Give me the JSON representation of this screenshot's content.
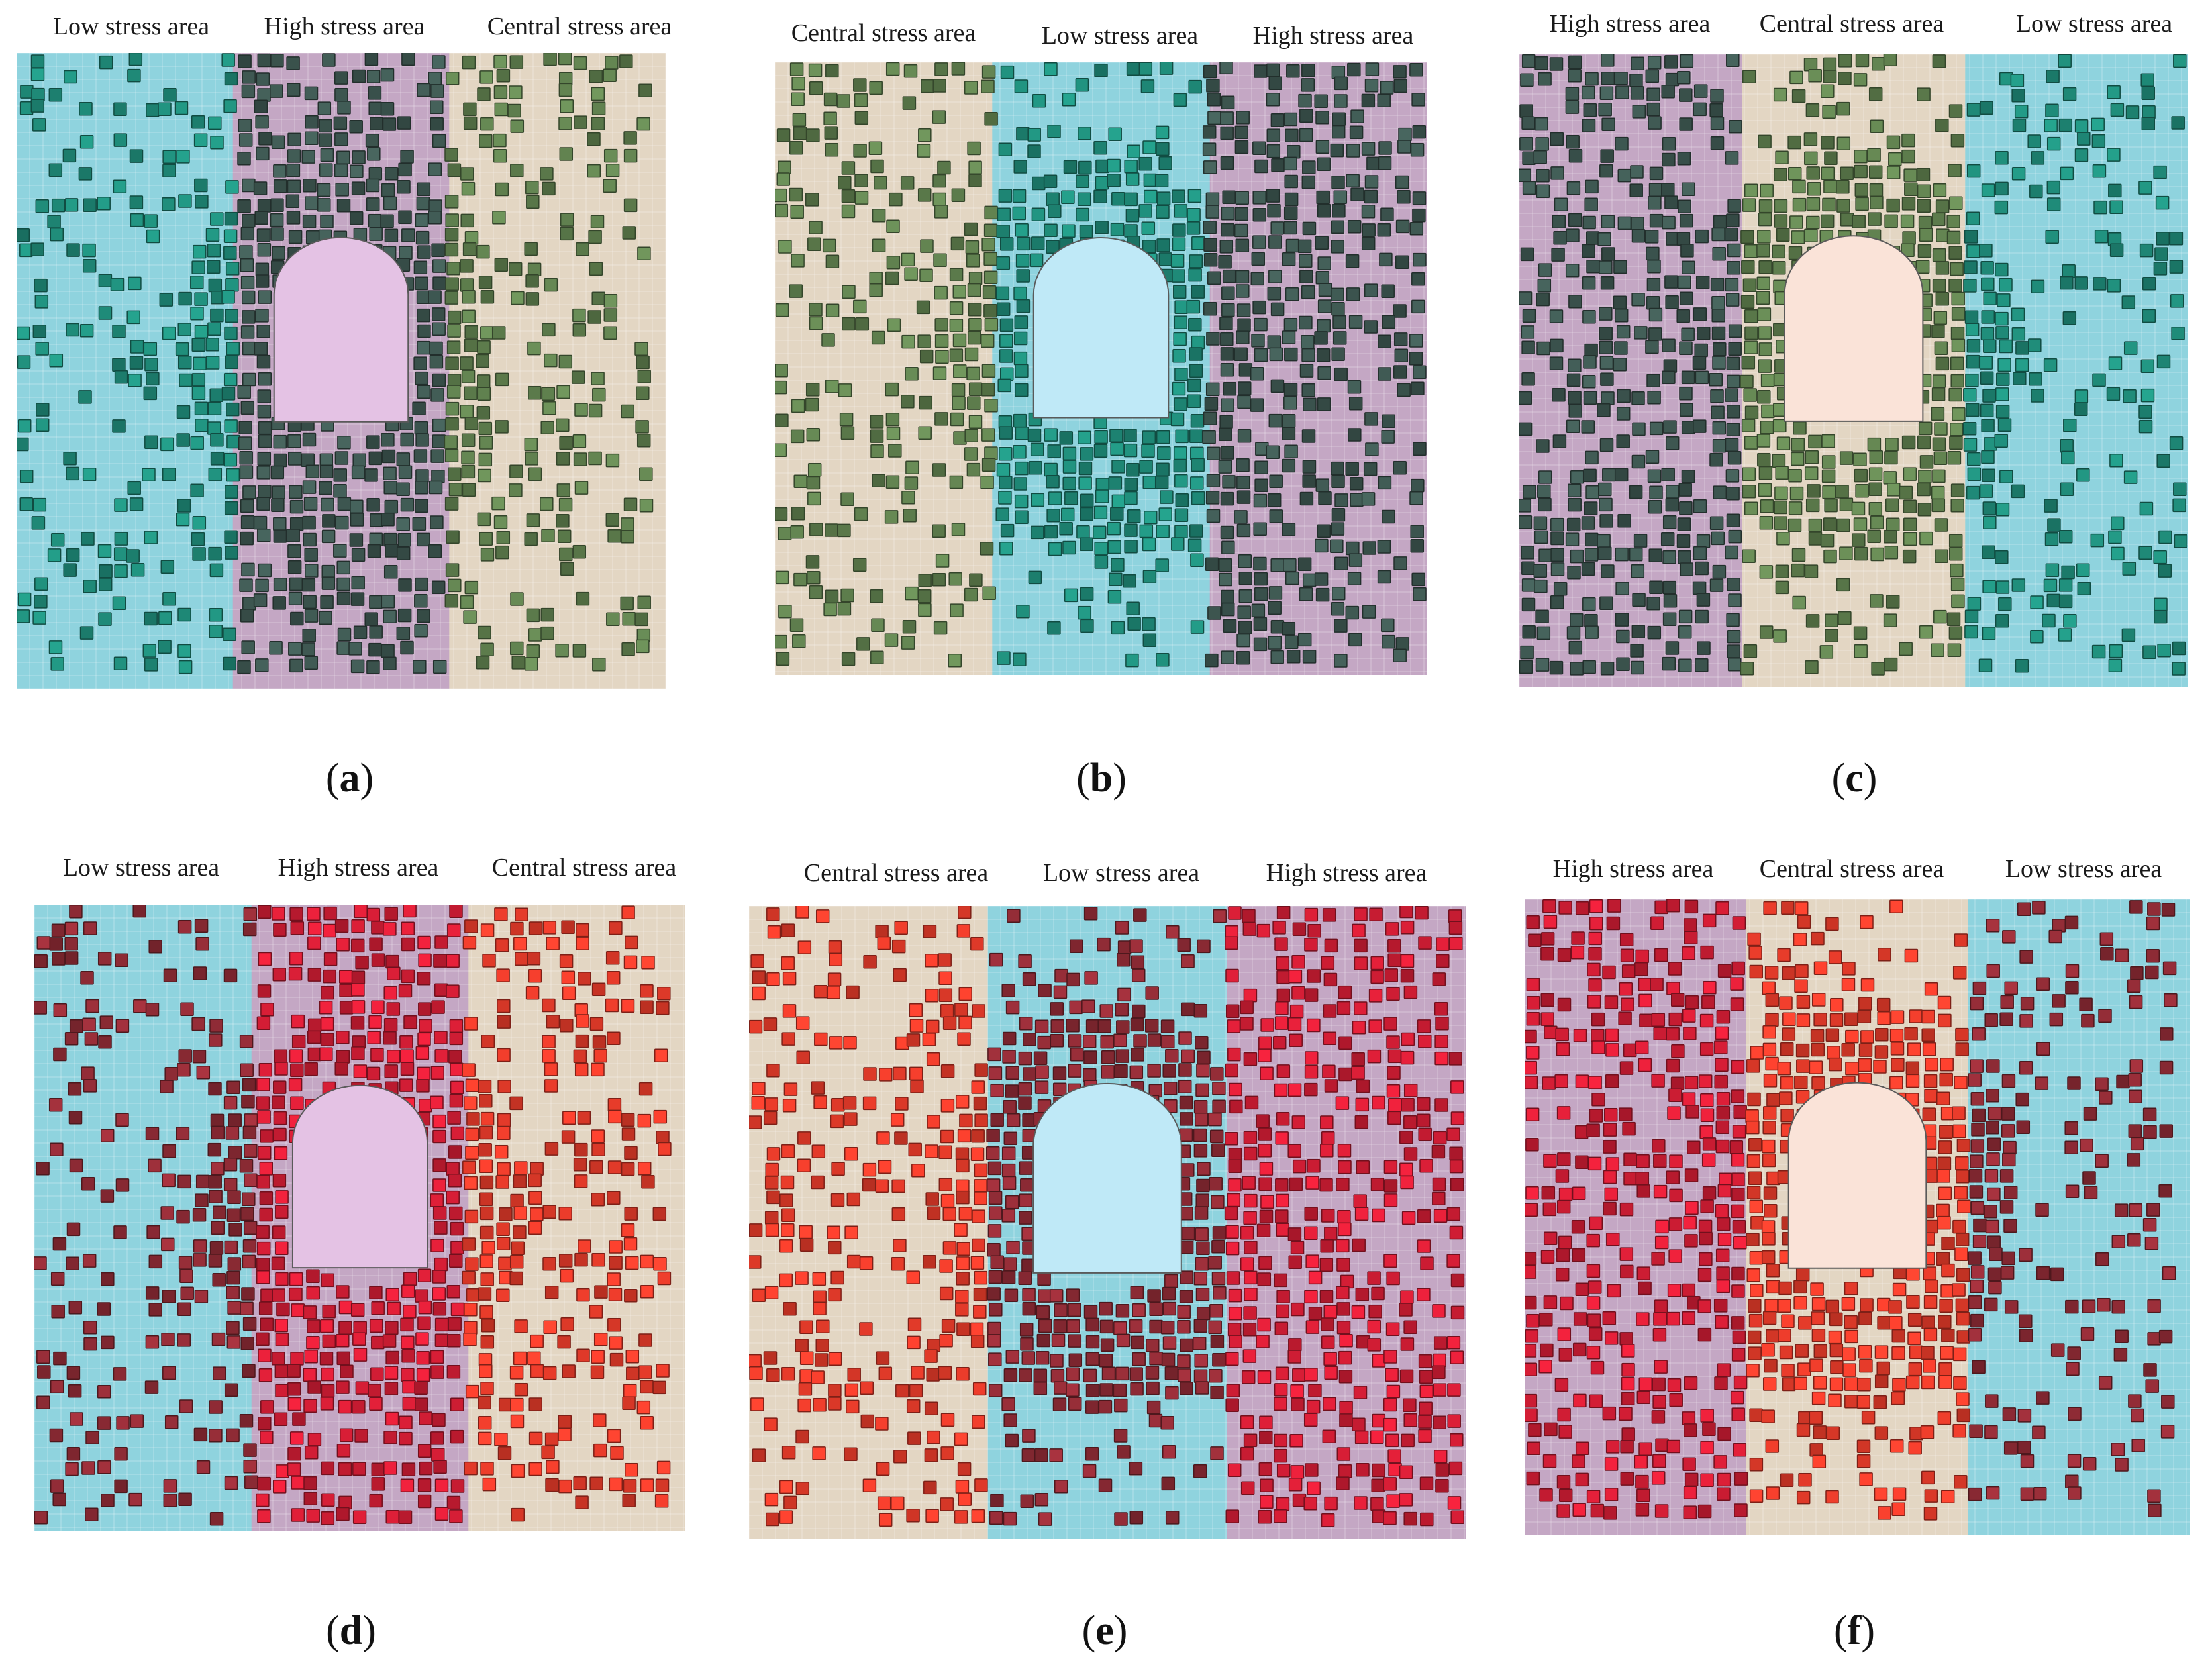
{
  "colors": {
    "low_zone": "#8fd3de",
    "high_zone": "#c4a7c4",
    "central_zone": "#e3d6c3",
    "grid_line": "#ffffff",
    "green_low": "#1f8a78",
    "green_high": "#3d5650",
    "green_central": "#5f7f4e",
    "red_low": "#8e2b35",
    "red_high": "#cf1d34",
    "red_central": "#e53b2a",
    "tunnel_pink": "#e4c2e4",
    "tunnel_blue": "#bfe9f7",
    "tunnel_peach": "#fae3d8"
  },
  "zone_names": {
    "low": "Low stress area",
    "high": "High stress area",
    "central": "Central stress area"
  },
  "panels": [
    {
      "id": "a",
      "caption_open": "(",
      "caption_letter": "a",
      "caption_close": ")",
      "zones": [
        "low",
        "high",
        "central"
      ],
      "palette": "green",
      "tunnel": "tunnel_pink",
      "labels": [
        "Low stress area",
        "High stress area",
        "Central stress area"
      ]
    },
    {
      "id": "b",
      "caption_open": "(",
      "caption_letter": "b",
      "caption_close": ")",
      "zones": [
        "central",
        "low",
        "high"
      ],
      "palette": "green",
      "tunnel": "tunnel_blue",
      "labels": [
        "Central stress area",
        "Low stress area",
        "High stress area"
      ]
    },
    {
      "id": "c",
      "caption_open": "(",
      "caption_letter": "c",
      "caption_close": ")",
      "zones": [
        "high",
        "central",
        "low"
      ],
      "palette": "green",
      "tunnel": "tunnel_peach",
      "labels": [
        "High stress area",
        "Central stress area",
        "Low stress area"
      ]
    },
    {
      "id": "d",
      "caption_open": "(",
      "caption_letter": "d",
      "caption_close": ")",
      "zones": [
        "low",
        "high",
        "central"
      ],
      "palette": "red",
      "tunnel": "tunnel_pink",
      "labels": [
        "Low stress area",
        "High stress area",
        "Central stress area"
      ]
    },
    {
      "id": "e",
      "caption_open": "(",
      "caption_letter": "e",
      "caption_close": ")",
      "zones": [
        "central",
        "low",
        "high"
      ],
      "palette": "red",
      "tunnel": "tunnel_blue",
      "labels": [
        "Central stress area",
        "Low stress area",
        "High stress area"
      ]
    },
    {
      "id": "f",
      "caption_open": "(",
      "caption_letter": "f",
      "caption_close": ")",
      "zones": [
        "high",
        "central",
        "low"
      ],
      "palette": "red",
      "tunnel": "tunnel_peach",
      "labels": [
        "High stress area",
        "Central stress area",
        "Low stress area"
      ]
    }
  ]
}
